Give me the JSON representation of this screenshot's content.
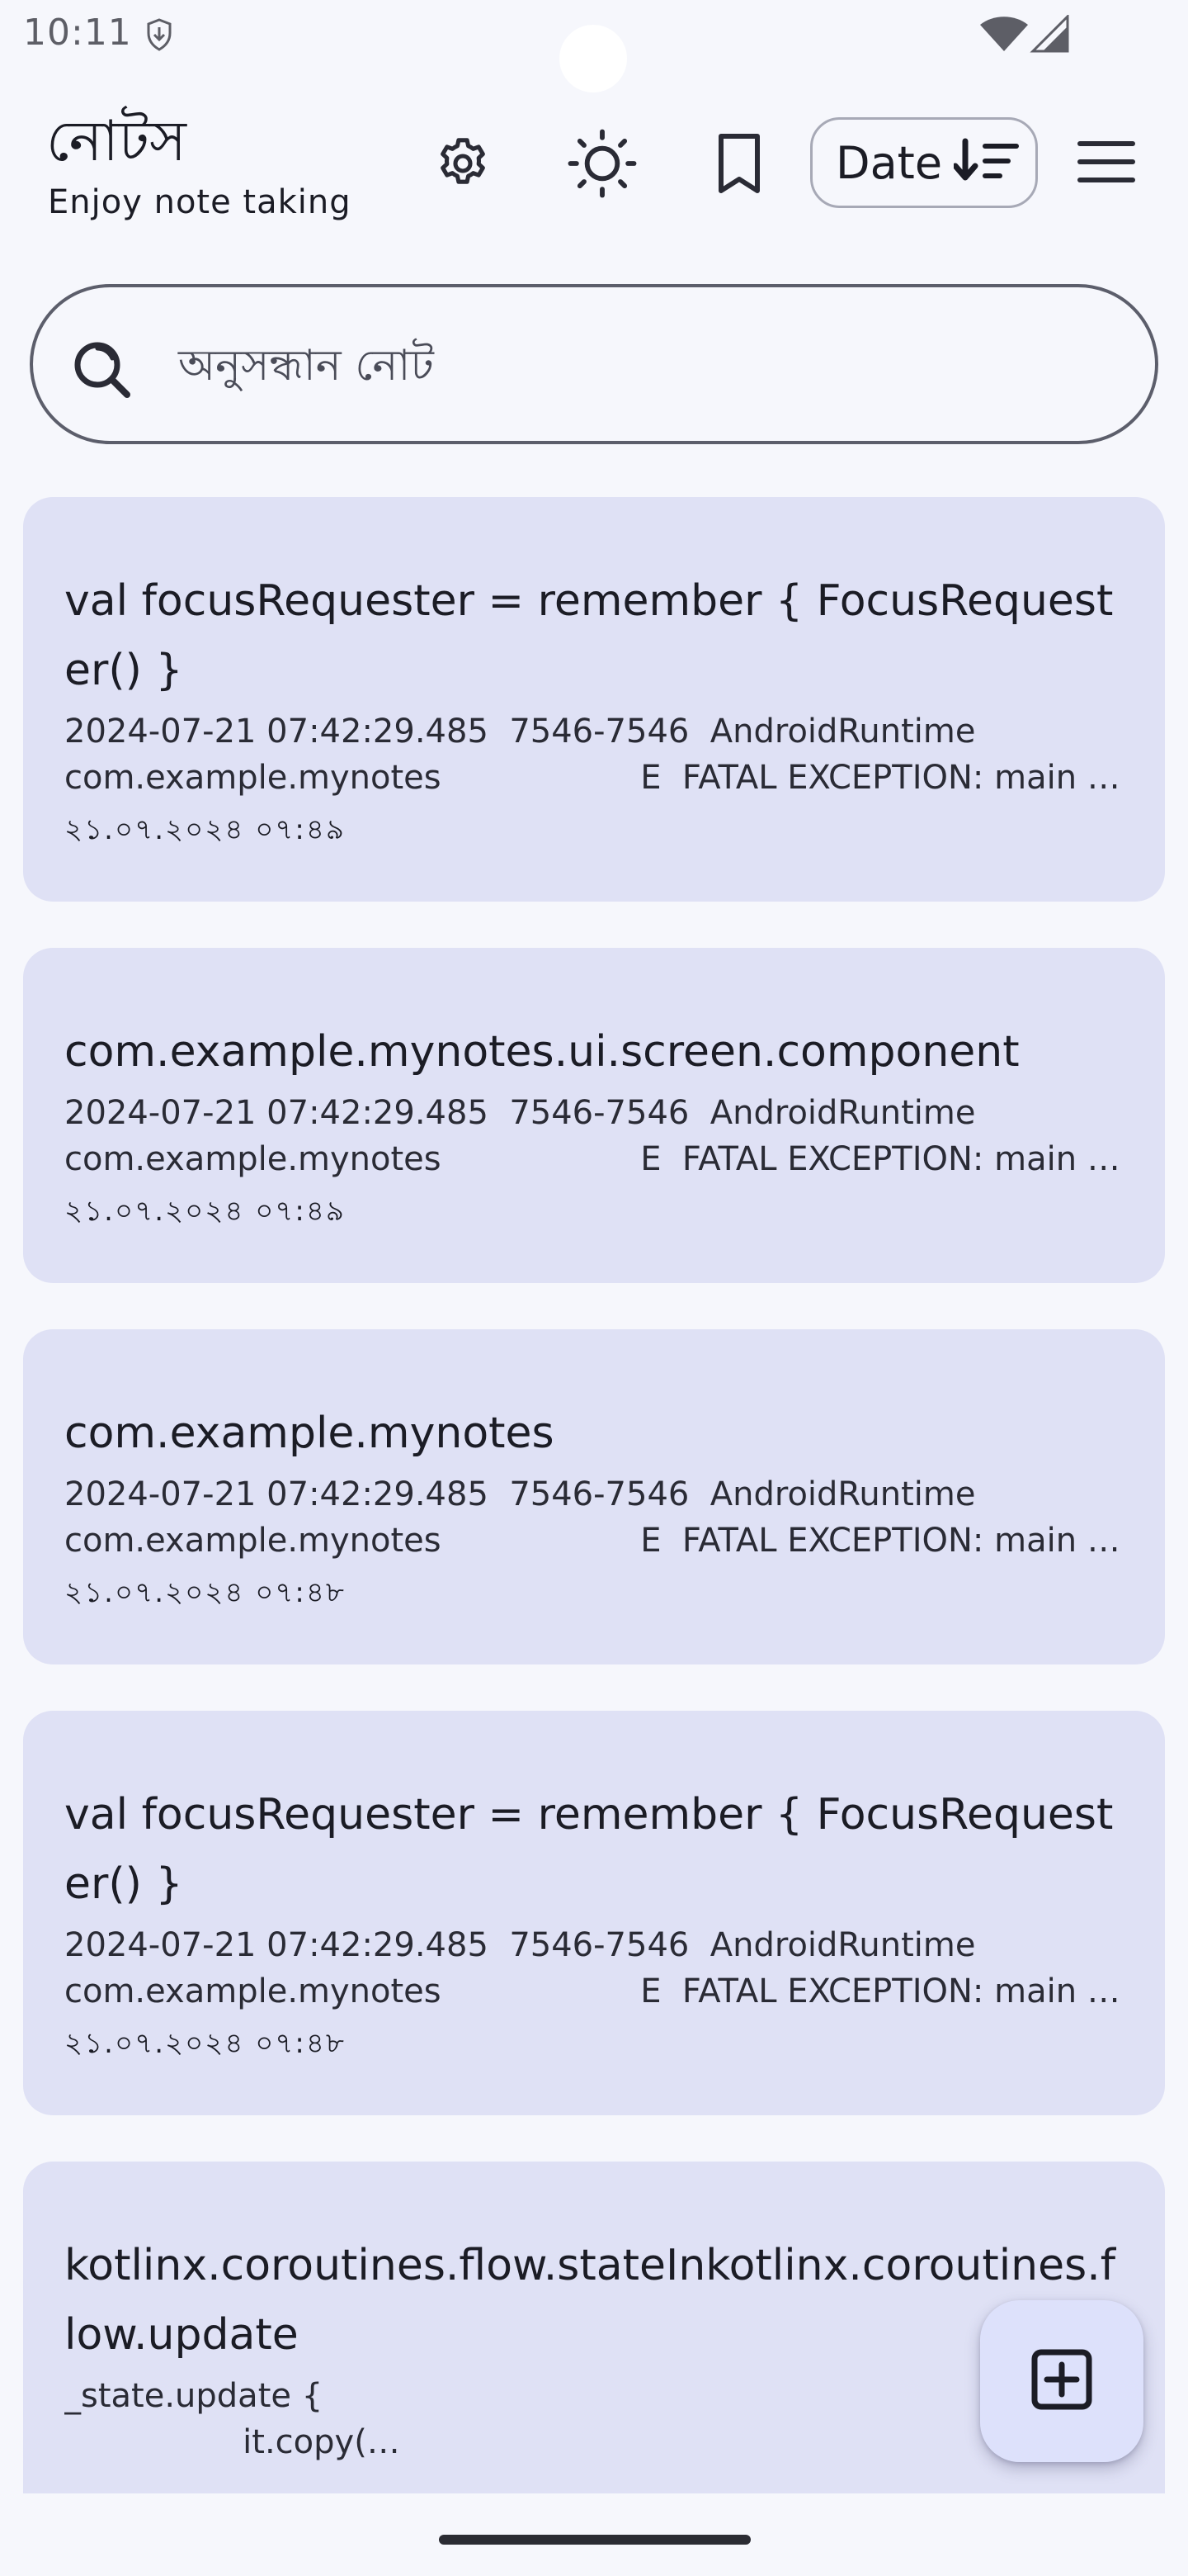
{
  "status_bar": {
    "time": "10:11",
    "notification_icon": "download-shield-icon",
    "wifi_icon": "wifi-icon",
    "signal_icon": "signal-icon"
  },
  "header": {
    "title": "নোটস",
    "subtitle": "Enjoy note taking",
    "settings_icon": "gear-icon",
    "theme_icon": "sun-icon",
    "bookmark_icon": "bookmark-icon",
    "sort_label": "Date",
    "sort_icon": "sort-descending-icon",
    "menu_icon": "hamburger-menu-icon"
  },
  "search": {
    "placeholder": "অনুসন্ধান নোট"
  },
  "notes": [
    {
      "title": "val focusRequester = remember { FocusRequester() }",
      "body": [
        "2024-07-21 07:42:29.485  7546-7546  AndroidRuntime",
        "com.example.mynotes                   E  FATAL EXCEPTION: main (A…"
      ],
      "date": "২১.০৭.২০২৪ ০৭:৪৯"
    },
    {
      "title": "com.example.mynotes.ui.screen.component",
      "body": [
        "2024-07-21 07:42:29.485  7546-7546  AndroidRuntime",
        "com.example.mynotes                   E  FATAL EXCEPTION: main (A…"
      ],
      "date": "২১.০৭.২০২৪ ০৭:৪৯"
    },
    {
      "title": "com.example.mynotes",
      "body": [
        "2024-07-21 07:42:29.485  7546-7546  AndroidRuntime",
        "com.example.mynotes                   E  FATAL EXCEPTION: main (A…"
      ],
      "date": "২১.০৭.২০২৪ ০৭:৪৮"
    },
    {
      "title": "val focusRequester = remember { FocusRequester() }",
      "body": [
        "2024-07-21 07:42:29.485  7546-7546  AndroidRuntime",
        "com.example.mynotes                   E  FATAL EXCEPTION: main (A…"
      ],
      "date": "২১.০৭.২০২৪ ০৭:৪৮"
    },
    {
      "title": "kotlinx.coroutines.flow.stateInkotlinx.coroutines.flow.update",
      "body": [
        "_state.update {",
        "                 it.copy(…"
      ],
      "date": ""
    }
  ],
  "fab": {
    "icon": "add-box-icon"
  },
  "colors": {
    "background": "#f6f7fc",
    "card": "#dfe1f5",
    "fab": "#dde1fb",
    "text": "#1b1c25"
  }
}
